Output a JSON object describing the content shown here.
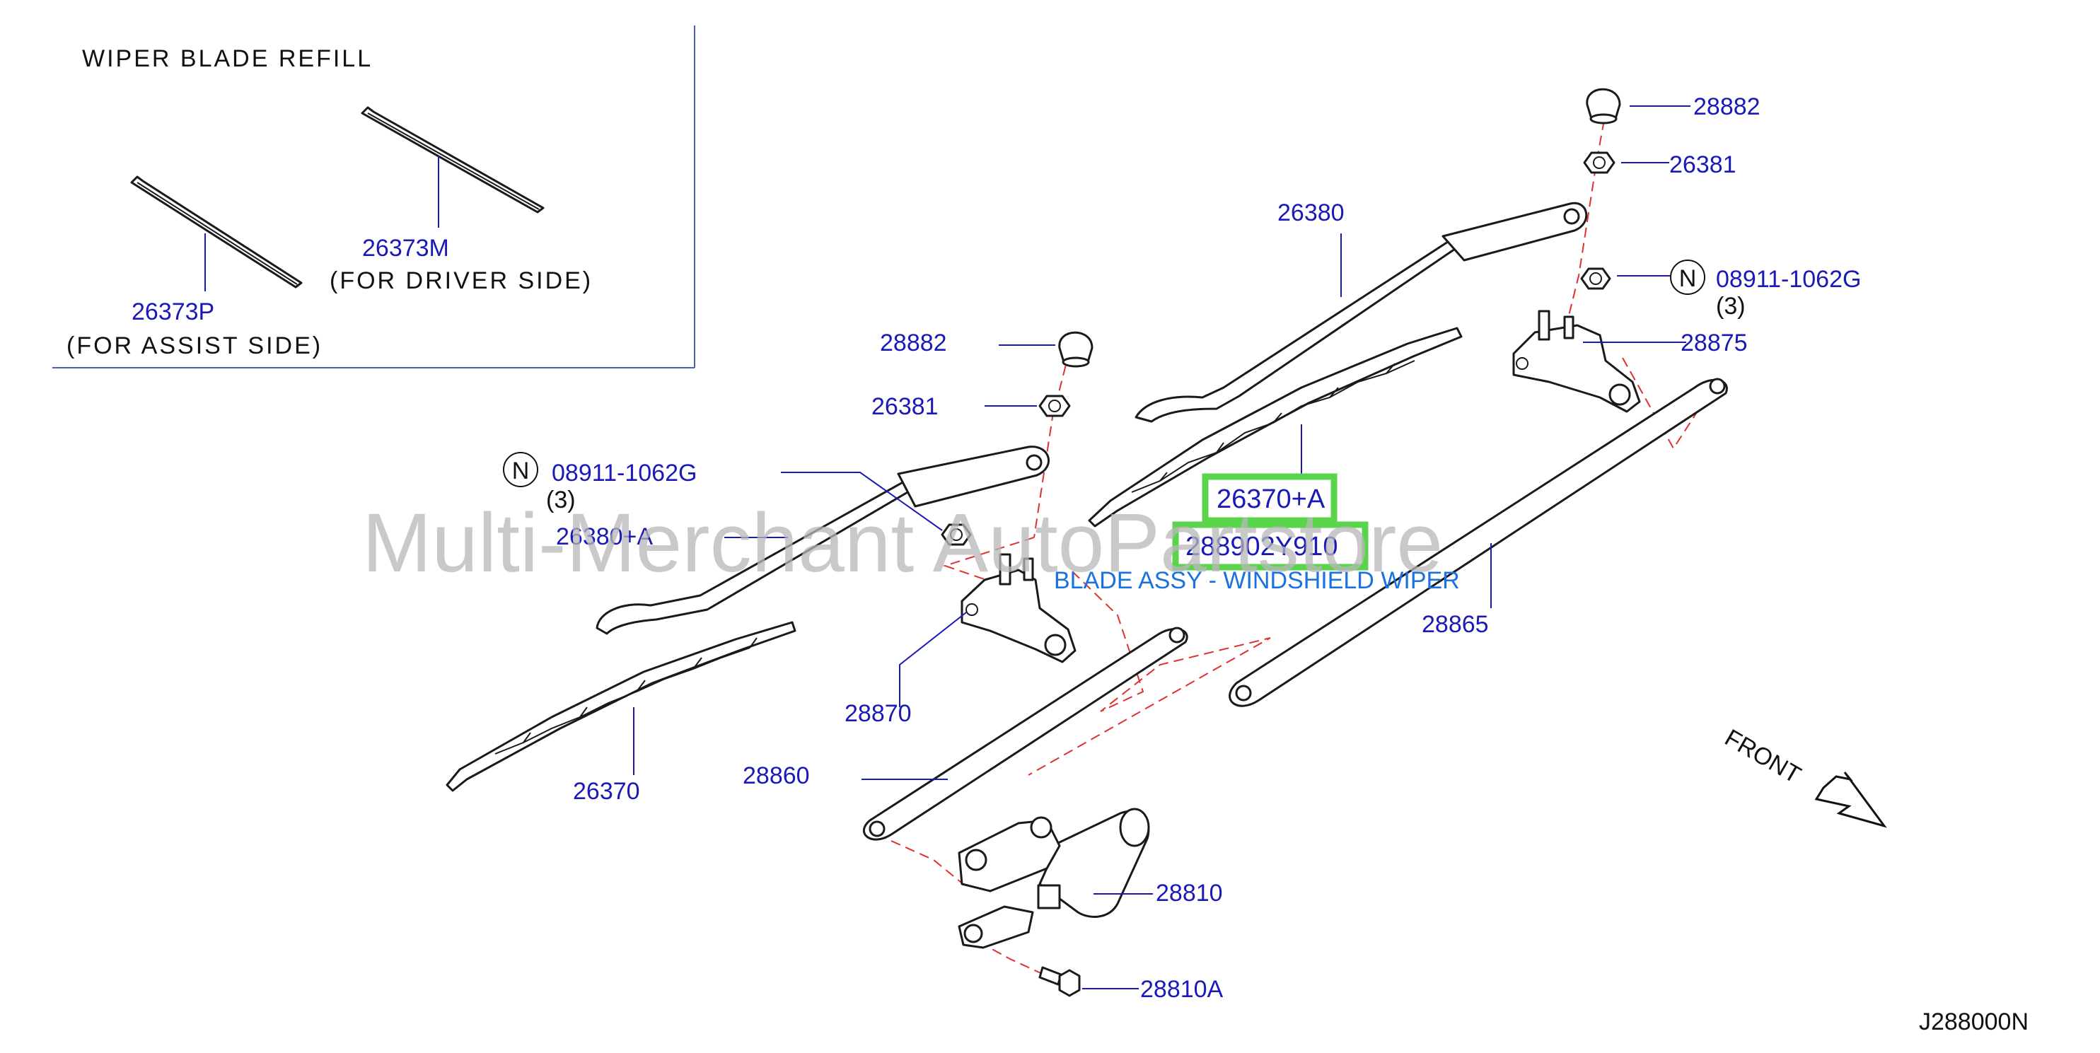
{
  "inset": {
    "title": "WIPER  BLADE  REFILL",
    "driver_part": "26373M",
    "driver_note": "(FOR  DRIVER  SIDE)",
    "assist_part": "26373P",
    "assist_note": "(FOR  ASSIST  SIDE)"
  },
  "labels": {
    "p28882_right": "28882",
    "p26381_right": "26381",
    "p26380": "26380",
    "p08911_right": "08911-1062G",
    "p08911_right_qty": "(3)",
    "p28875": "28875",
    "p28882_left": "28882",
    "p26381_left": "26381",
    "p08911_left": "08911-1062G",
    "p08911_left_qty": "(3)",
    "p26380A": "26380+A",
    "p26370A": "26370+A",
    "p288902": "288902Y910",
    "blade_desc": "BLADE ASSY - WINDSHIELD WIPER",
    "p28865": "28865",
    "p28870": "28870",
    "p28860": "28860",
    "p26370": "26370",
    "p28810": "28810",
    "p28810A": "28810A",
    "n_symbol": "N"
  },
  "front": "FRONT",
  "diagram_code": "J288000N",
  "watermark": "Multi-Merchant AutoPartstore",
  "colors": {
    "part_number": "#1a1ab8",
    "highlight": "#5ad44a",
    "description": "#1a72e0",
    "dashed_lines": "#e03030",
    "watermark": "#b8b8b8"
  }
}
